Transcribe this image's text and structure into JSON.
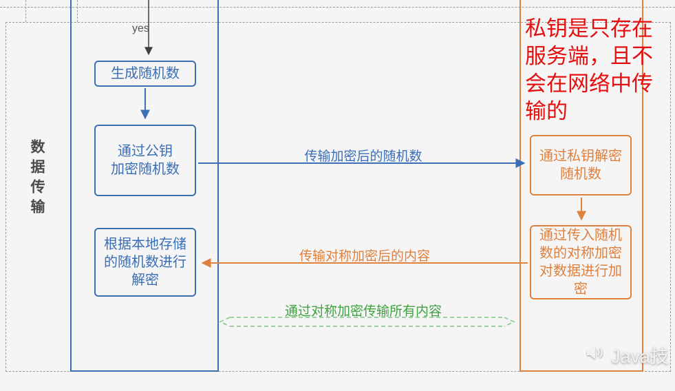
{
  "phase": {
    "label": "数据传输"
  },
  "flow": {
    "yes_label": "yes",
    "client_box_generate": "生成随机数",
    "client_box_encrypt": "通过公钥\n加密随机数",
    "client_box_decrypt": "根据本地存储\n的随机数进行\n解密",
    "server_box_decrypt": "通过私钥解密\n随机数",
    "server_box_encrypt": "通过传入随机\n数的对称加密\n对数据进行加\n密",
    "label_encrypted_random": "传输加密后的随机数",
    "label_symmetric_content": "传输对称加密后的内容",
    "label_all_content": "通过对称加密传输所有内容"
  },
  "annotation": {
    "text": "私钥是只存在\n服务端，且不\n会在网络中传\n输的"
  },
  "watermark": {
    "text": "Java技"
  },
  "colors": {
    "client_blue": "#3a6fb5",
    "server_orange": "#e0803d",
    "channel_green": "#3da23d",
    "channel_green_dash": "#8fcb8f",
    "annotation_red": "#e60f0f",
    "divider_gray": "#9b9b9b"
  }
}
